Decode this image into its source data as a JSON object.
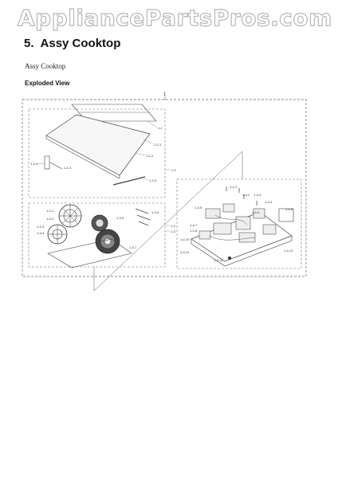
{
  "watermark": "AppliancePartsPros.com",
  "section": {
    "number": "5.",
    "title": "Assy Cooktop"
  },
  "subtitle": "Assy Cooktop",
  "view_label": "Exploded View",
  "callouts": {
    "main": "1",
    "glass_assy": "1-2",
    "c11": "1-1",
    "c121": "1-2-1",
    "c122": "1-2-2",
    "c123": "1-2-3",
    "c124": "1-2-4",
    "c125": "1-2-5",
    "c13": "1-3",
    "c14": "1-4",
    "c131": "1-3-1",
    "c132": "1-3-2",
    "c133": "1-3-3",
    "c134": "1-3-4",
    "c135": "1-3-5",
    "c136": "1-3-6",
    "c137": "1-3-7",
    "c141": "1-4-1",
    "c142": "1-4-2",
    "c143": "1-4-3",
    "c144": "1-4-4",
    "c145": "1-4-5",
    "c146": "1-4-6",
    "c147": "1-4-7",
    "c148": "1-4-8",
    "c149": "1-4-9",
    "c1410": "1-4-10",
    "c1411": "1-4-11",
    "c1412": "1-4-12",
    "c1413": "1-4-13"
  }
}
